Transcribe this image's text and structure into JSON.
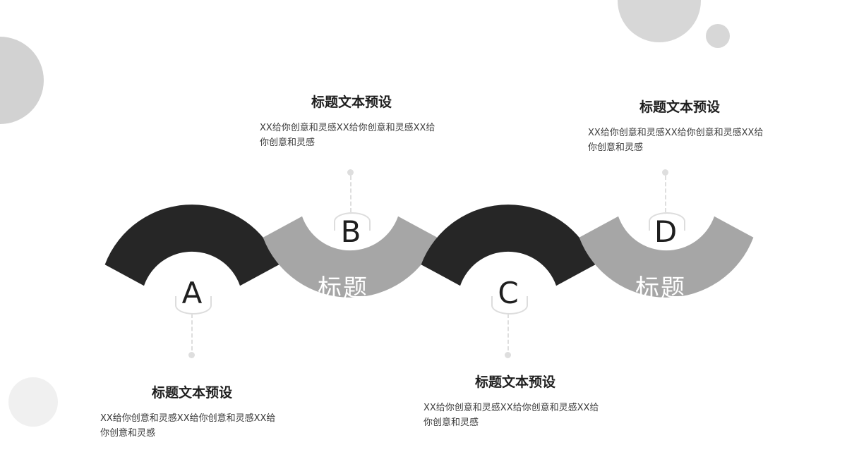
{
  "palette": {
    "background": "#ffffff",
    "dark_band": "#262626",
    "gray_band": "#a6a6a6",
    "marker_line": "#dedede",
    "deco_circle": "#d7d7d7",
    "deco_circle_light": "#f0f0f0",
    "title_text": "#1f1f1f",
    "body_text": "#3b3b3b",
    "band_text": "#ffffff"
  },
  "shared": {
    "title": "标题文本预设",
    "body": "XX给你创意和灵感XX给你创意和灵感XX给你创意和灵感",
    "band_label": "标题"
  },
  "bands": [
    {
      "id": "band-a",
      "letter": "A",
      "color": "#262626",
      "label": ""
    },
    {
      "id": "band-b",
      "letter": "B",
      "color": "#a6a6a6",
      "label": "标题"
    },
    {
      "id": "band-c",
      "letter": "C",
      "color": "#262626",
      "label": ""
    },
    {
      "id": "band-d",
      "letter": "D",
      "color": "#a6a6a6",
      "label": "标题"
    }
  ],
  "steps": [
    {
      "key": "A",
      "letter": "A",
      "title": "标题文本预设",
      "body": "XX给你创意和灵感XX给你创意和灵感XX给你创意和灵感",
      "position": "below"
    },
    {
      "key": "B",
      "letter": "B",
      "title": "标题文本预设",
      "body": "XX给你创意和灵感XX给你创意和灵感XX给你创意和灵感",
      "position": "above"
    },
    {
      "key": "C",
      "letter": "C",
      "title": "标题文本预设",
      "body": "XX给你创意和灵感XX给你创意和灵感XX给你创意和灵感",
      "position": "below"
    },
    {
      "key": "D",
      "letter": "D",
      "title": "标题文本预设",
      "body": "XX给你创意和灵感XX给你创意和灵感XX给你创意和灵感",
      "position": "above"
    }
  ],
  "band_labels": {
    "first": "标题",
    "second": "标题"
  },
  "decor": {
    "circles": 4
  }
}
